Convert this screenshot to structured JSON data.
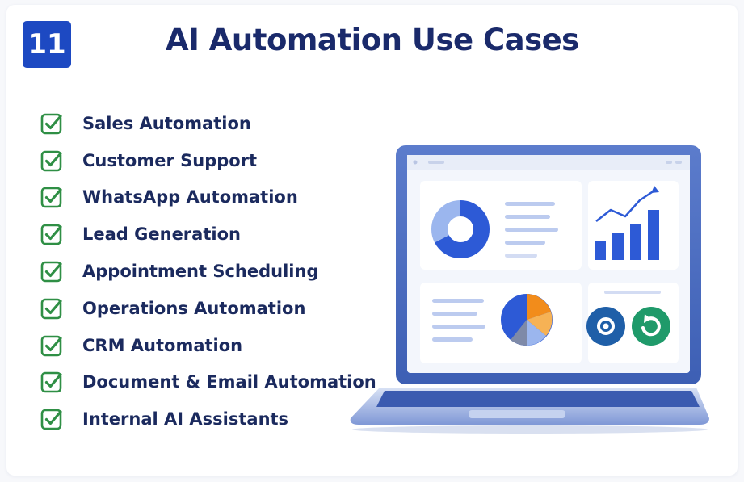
{
  "header": {
    "badge_number": "11",
    "title": "AI Automation Use Cases"
  },
  "use_cases": [
    "Sales Automation",
    "Customer Support",
    "WhatsApp Automation",
    "Lead Generation",
    "Appointment Scheduling",
    "Operations Automation",
    "CRM Automation",
    "Document & Email Automation",
    "Internal AI Assistants"
  ],
  "icons": {
    "list_marker": "checkbox-check-icon",
    "illustration": "laptop-dashboard-illustration"
  },
  "colors": {
    "accent": "#1d49c2",
    "title": "#1a2a6b",
    "check": "#2f8f45",
    "chart_blue": "#2d5ad6",
    "chart_orange": "#f28c1b",
    "chart_green": "#1f9a6a"
  }
}
